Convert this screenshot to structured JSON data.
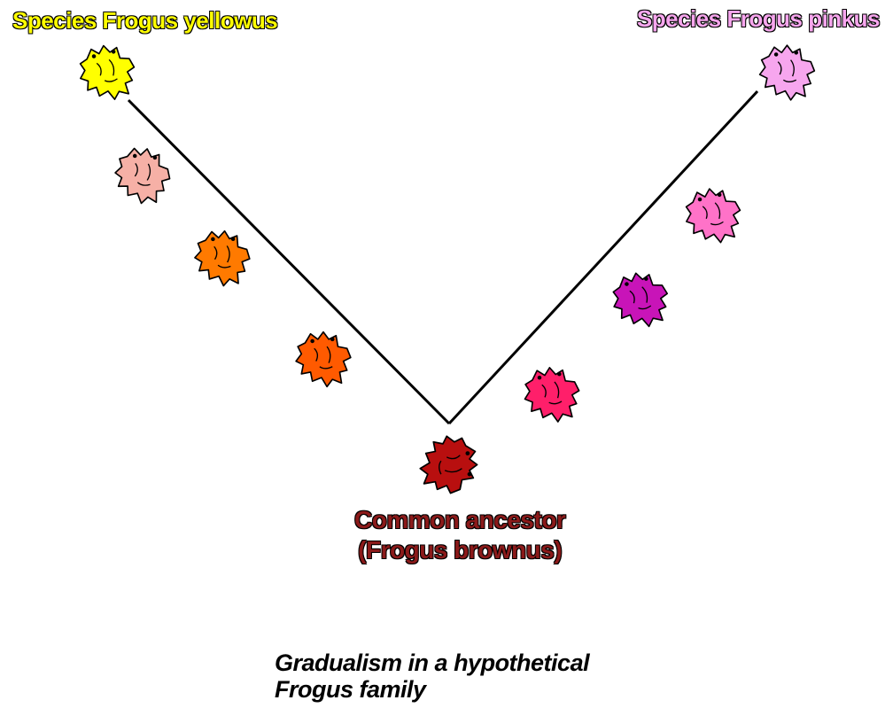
{
  "title_left": "Species Frogus yellowus",
  "title_right": "Species Frogus pinkus",
  "ancestor": {
    "line1": "Common ancestor",
    "line2": "(Frogus brownus)"
  },
  "caption": {
    "line1": "Gradualism in a hypothetical",
    "line2": "Frogus family"
  },
  "colors": {
    "yellowus": "#ffff00",
    "pinkus": "#f7a6ee",
    "ancestor_text": "#8b1a1a",
    "ancestor_frog": "#b80f0f",
    "left_1": "#f6b0a6",
    "left_2": "#ff7a00",
    "left_3": "#ff5a00",
    "right_1": "#ff1f6a",
    "right_2": "#c814b8",
    "right_3": "#ff72c8"
  },
  "frogs": [
    {
      "id": "frog-yellowus",
      "color_key": "yellowus"
    },
    {
      "id": "frog-left-1",
      "color_key": "left_1"
    },
    {
      "id": "frog-left-2",
      "color_key": "left_2"
    },
    {
      "id": "frog-left-3",
      "color_key": "left_3"
    },
    {
      "id": "frog-ancestor",
      "color_key": "ancestor_frog"
    },
    {
      "id": "frog-right-1",
      "color_key": "right_1"
    },
    {
      "id": "frog-right-2",
      "color_key": "right_2"
    },
    {
      "id": "frog-right-3",
      "color_key": "right_3"
    },
    {
      "id": "frog-pinkus",
      "color_key": "pinkus"
    }
  ]
}
